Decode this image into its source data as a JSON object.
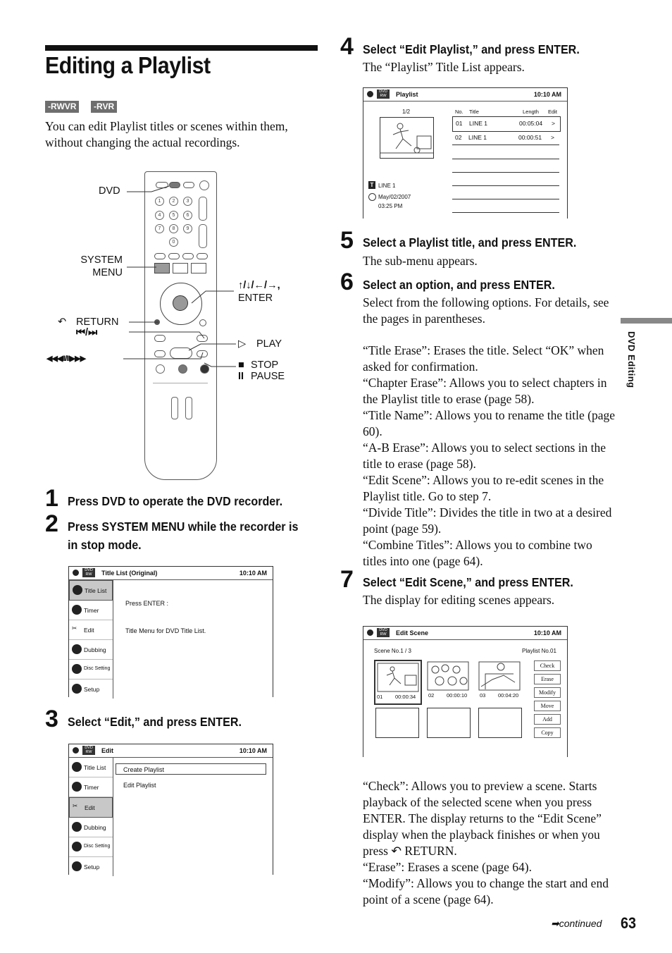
{
  "page": {
    "title": "Editing a Playlist",
    "badges": [
      "-RWVR",
      "-RVR"
    ],
    "intro": "You can edit Playlist titles or scenes within them, without changing the actual recordings.",
    "side_tab": "DVD Editing",
    "continued": "continued",
    "page_number": "63"
  },
  "remote_labels": {
    "dvd": "DVD",
    "system_menu_1": "SYSTEM",
    "system_menu_2": "MENU",
    "arrows": "↑/↓/←/→,",
    "enter": "ENTER",
    "return": "RETURN",
    "prev_next": "⏮/⏭",
    "rew_ff": "◀◀◀II/II▶▶▶",
    "play": "PLAY",
    "stop": "STOP",
    "pause": "PAUSE"
  },
  "steps": [
    {
      "num": "1",
      "head": "Press DVD to operate the DVD recorder."
    },
    {
      "num": "2",
      "head": "Press SYSTEM MENU while the recorder is",
      "head2": "in stop mode."
    },
    {
      "num": "3",
      "head": "Select “Edit,” and press ENTER."
    },
    {
      "num": "4",
      "head": "Select “Edit Playlist,” and press ENTER.",
      "body": "The “Playlist” Title List appears."
    },
    {
      "num": "5",
      "head": "Select a Playlist title, and press ENTER.",
      "body": "The sub-menu appears."
    },
    {
      "num": "6",
      "head": "Select an option, and press ENTER.",
      "body": "Select from the following options. For details, see the pages in parentheses."
    },
    {
      "num": "7",
      "head": "Select “Edit Scene,” and press ENTER.",
      "body": "The display for editing scenes appears."
    }
  ],
  "options": [
    "“Title Erase”: Erases the title. Select “OK” when asked for confirmation.",
    "“Chapter Erase”: Allows you to select chapters in the Playlist title to erase (page 58).",
    "“Title Name”: Allows you to rename the title (page 60).",
    "“A-B Erase”: Allows you to select sections in the title to erase (page 58).",
    "“Edit Scene”: Allows you to re-edit scenes in the Playlist title. Go to step 7.",
    "“Divide Title”: Divides the title in two at a desired point (page 59).",
    "“Combine Titles”: Allows you to combine two titles into one (page 64)."
  ],
  "bottom_text": [
    "“Check”: Allows you to preview a scene. Starts playback of the selected scene when you press ENTER. The display returns to the “Edit Scene” display when the playback finishes or when you press",
    "RETURN.",
    "“Erase”: Erases a scene (page 64).",
    "“Modify”: Allows you to change the start and end point of a scene (page 64)."
  ],
  "screen1": {
    "disc": "DVD RW",
    "title": "Title List (Original)",
    "time": "10:10 AM",
    "menu": [
      "Title List",
      "Timer",
      "Edit",
      "Dubbing",
      "Disc Setting",
      "Setup"
    ],
    "text1": "Press ENTER :",
    "text2": "Title Menu for DVD Title List."
  },
  "screen2": {
    "disc": "DVD RW",
    "title": "Edit",
    "time": "10:10 AM",
    "menu": [
      "Title List",
      "Timer",
      "Edit",
      "Dubbing",
      "Disc Setting",
      "Setup"
    ],
    "opt1": "Create Playlist",
    "opt2": "Edit Playlist"
  },
  "screen3": {
    "disc": "DVD RW",
    "title": "Playlist",
    "time": "10:10 AM",
    "page": "1/2",
    "cols": [
      "No.",
      "Title",
      "Length",
      "Edit"
    ],
    "rows": [
      {
        "no": "01",
        "title": "LINE 1",
        "length": "00:05:04",
        "edit": ">"
      },
      {
        "no": "02",
        "title": "LINE 1",
        "length": "00:00:51",
        "edit": ">"
      }
    ],
    "t_badge": "T",
    "name": "LINE 1",
    "date": "May/02/2007",
    "time2": "03:25  PM"
  },
  "screen4": {
    "disc": "DVD RW",
    "title": "Edit Scene",
    "time": "10:10 AM",
    "scene_no": "Scene No.1 / 3",
    "playlist_no": "Playlist No.01",
    "thumbs": [
      {
        "no": "01",
        "time": "00:00:34"
      },
      {
        "no": "02",
        "time": "00:00:10"
      },
      {
        "no": "03",
        "time": "00:04:20"
      }
    ],
    "buttons": [
      "Check",
      "Erase",
      "Modify",
      "Move",
      "Add",
      "Copy"
    ]
  }
}
